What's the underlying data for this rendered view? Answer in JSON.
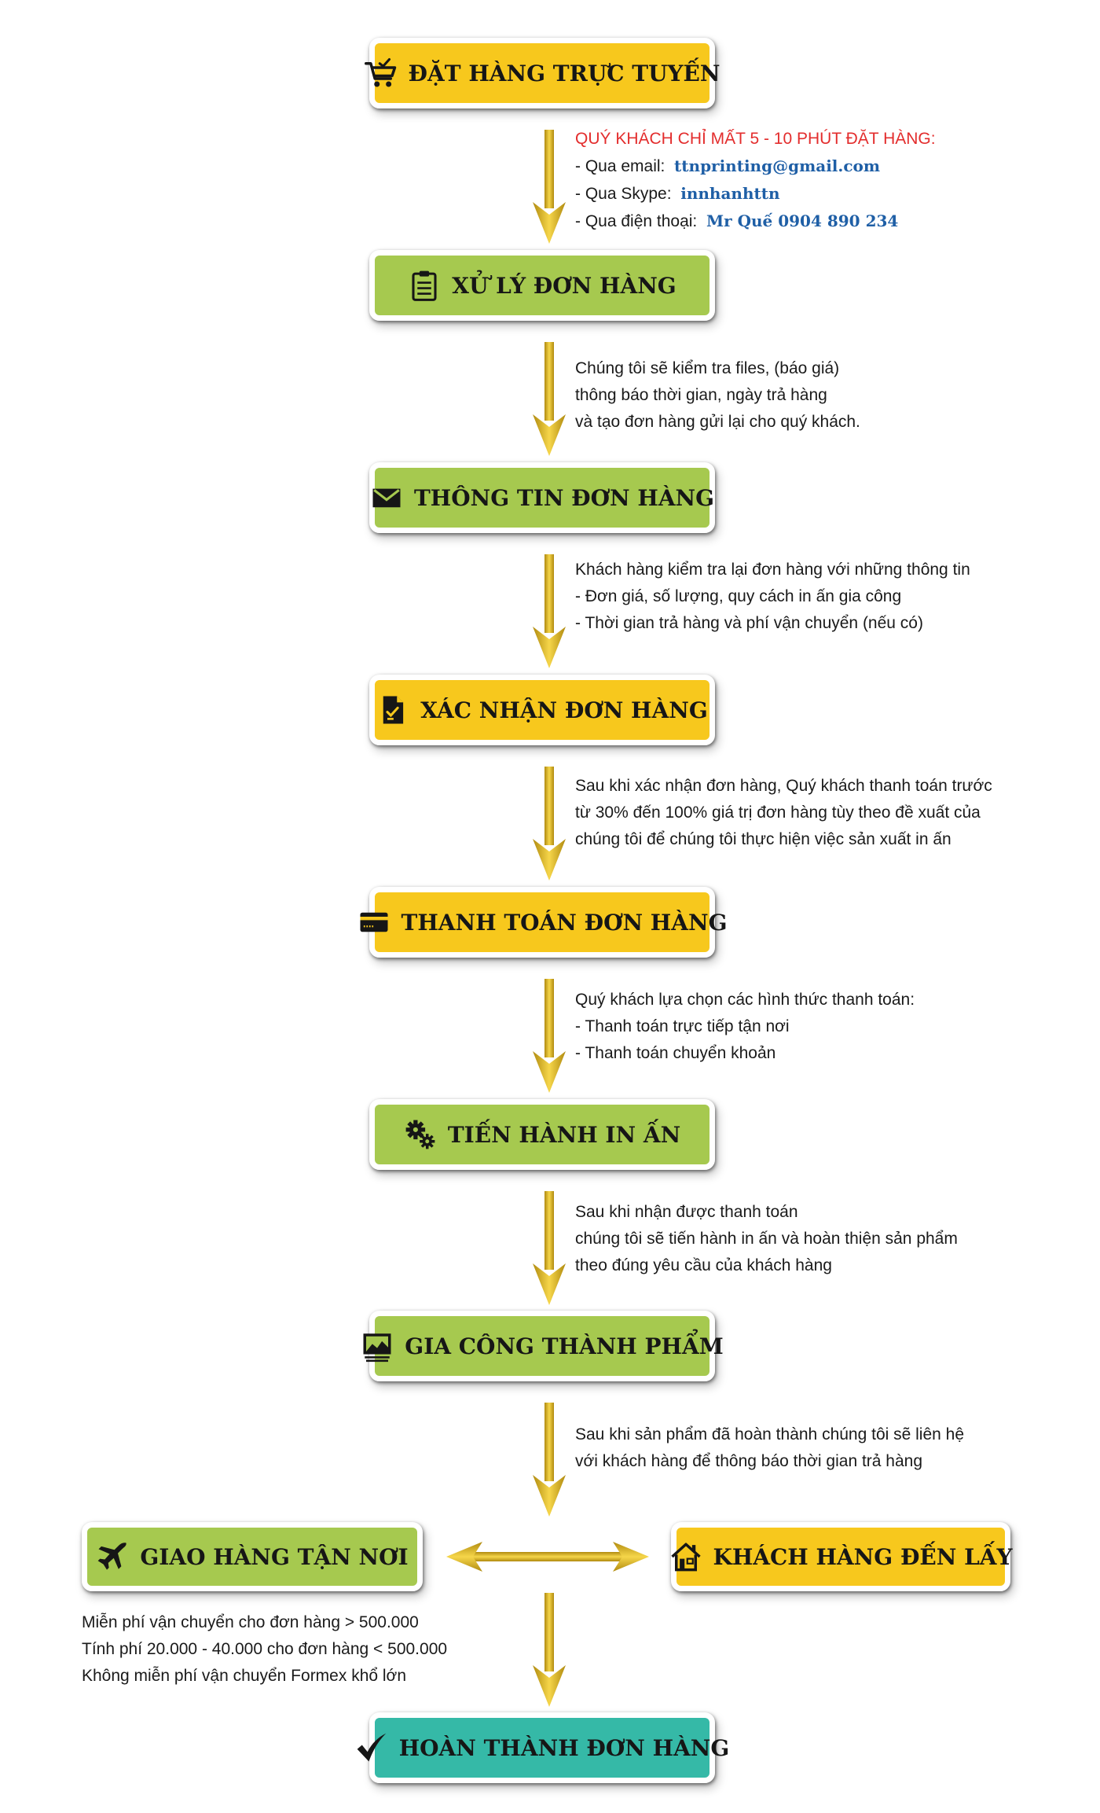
{
  "colors": {
    "yellow": "#f7c81d",
    "green": "#a6c94f",
    "teal": "#35b9a7",
    "arrow": "#e7b61a",
    "red_text": "#e32d2d",
    "blue_text": "#1f5fa6"
  },
  "steps": [
    {
      "label": "ĐẶT HÀNG TRỰC TUYẾN",
      "icon": "cart-icon",
      "color": "yellow"
    },
    {
      "label": "XỬ LÝ ĐƠN HÀNG",
      "icon": "clipboard-icon",
      "color": "green"
    },
    {
      "label": "THÔNG TIN ĐƠN HÀNG",
      "icon": "envelope-icon",
      "color": "green"
    },
    {
      "label": "XÁC NHẬN ĐƠN HÀNG",
      "icon": "document-check-icon",
      "color": "yellow"
    },
    {
      "label": "THANH TOÁN ĐƠN HÀNG",
      "icon": "credit-card-icon",
      "color": "yellow"
    },
    {
      "label": "TIẾN HÀNH IN ẤN",
      "icon": "gears-icon",
      "color": "green"
    },
    {
      "label": "GIA CÔNG THÀNH PHẨM",
      "icon": "picture-stack-icon",
      "color": "green"
    },
    {
      "label": "GIAO HÀNG TẬN NƠI",
      "icon": "airplane-icon",
      "color": "green"
    },
    {
      "label": "KHÁCH HÀNG ĐẾN LẤY",
      "icon": "house-icon",
      "color": "yellow"
    },
    {
      "label": "HOÀN THÀNH ĐƠN HÀNG",
      "icon": "checkmark-icon",
      "color": "teal"
    }
  ],
  "contact": {
    "heading": "QUÝ KHÁCH CHỈ MẤT 5 - 10 PHÚT ĐẶT HÀNG:",
    "email_label": "- Qua email:",
    "email_value": "ttnprinting@gmail.com",
    "skype_label": "- Qua Skype:",
    "skype_value": "innhanhttn",
    "phone_label": "- Qua điện thoại:",
    "phone_value": "Mr Quế  0904 890 234"
  },
  "descriptions": {
    "processing": [
      "Chúng tôi sẽ kiểm tra files, (báo giá)",
      "thông báo thời gian, ngày trả hàng",
      "và tạo đơn hàng gửi lại cho quý khách."
    ],
    "order_info": [
      "Khách hàng kiểm tra lại đơn hàng với những thông tin",
      "- Đơn giá, số lượng, quy cách in ấn gia công",
      "- Thời gian trả hàng và phí vận chuyển (nếu có)"
    ],
    "confirmation": [
      "Sau khi xác nhận đơn hàng, Quý khách thanh toán trước",
      "từ 30% đến 100% giá trị đơn hàng tùy theo đề xuất của",
      "chúng tôi để chúng tôi thực hiện việc sản xuất in ấn"
    ],
    "payment": [
      "Quý khách lựa chọn các hình thức thanh toán:",
      "- Thanh toán trực tiếp tận nơi",
      "- Thanh toán chuyển khoản"
    ],
    "printing": [
      "Sau khi nhận được thanh toán",
      "chúng tôi sẽ tiến hành in ấn và hoàn thiện sản phẩm",
      "theo đúng yêu cầu của khách hàng"
    ],
    "finishing": [
      "Sau khi sản phẩm đã hoàn thành chúng tôi sẽ liên hệ",
      "với khách hàng để thông báo thời gian trả hàng"
    ],
    "shipping": [
      "Miễn phí vận chuyển cho đơn hàng > 500.000",
      "Tính phí 20.000 - 40.000 cho đơn hàng < 500.000",
      "Không miễn phí vận chuyển Formex khổ lớn"
    ]
  }
}
